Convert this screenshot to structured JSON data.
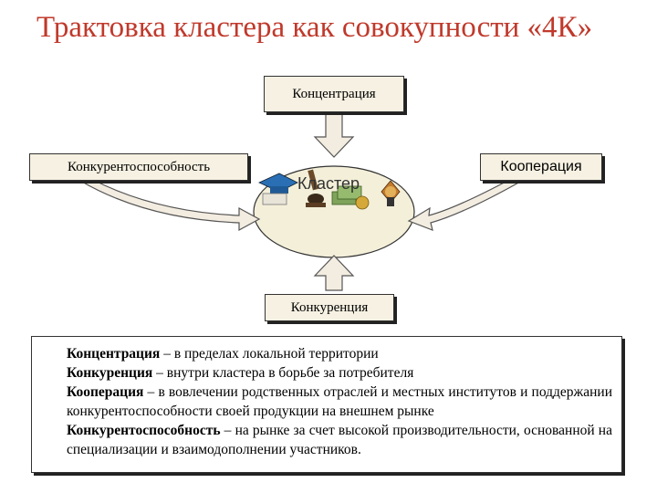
{
  "title": "Трактовка кластера как совокупности «4К»",
  "center": {
    "label": "Кластер"
  },
  "nodes": {
    "top": "Концентрация",
    "left": "Конкурентоспособность",
    "right": "Кооперация",
    "bottom": "Конкуренция"
  },
  "descriptions": [
    {
      "term": "Концентрация",
      "text": " – в пределах локальной территории"
    },
    {
      "term": "Конкуренция",
      "text": " – внутри кластера в борьбе за потребителя"
    },
    {
      "term": "Кооперация",
      "text": " – в вовлечении родственных отраслей и местных институтов и поддержании конкурентоспособности своей продукции на внешнем рынке"
    },
    {
      "term": "Конкурентоспособность",
      "text": " – на рынке за счет высокой производительности, основанной на специализации и взаимодополнении участников."
    }
  ],
  "colors": {
    "title": "#c0392b",
    "box_fill": "#f6f1e2",
    "arrow_fill": "#f3ece0",
    "ellipse_fill": "#f3efd9"
  }
}
